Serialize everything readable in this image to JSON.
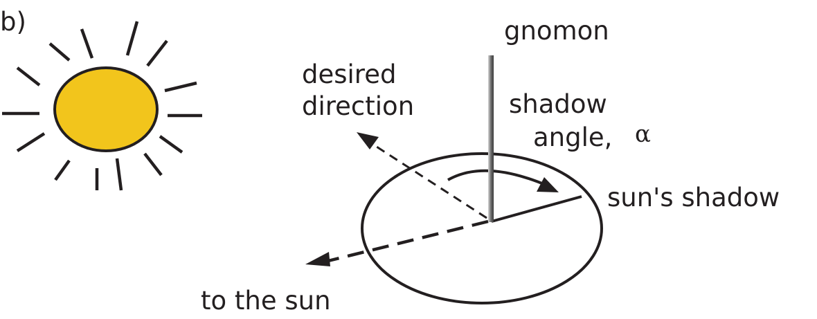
{
  "panel_label": "b)",
  "labels": {
    "gnomon": "gnomon",
    "desired_direction_line1": "desired",
    "desired_direction_line2": "direction",
    "shadow_angle_line1": "shadow",
    "shadow_angle_line2": "angle,",
    "alpha_symbol": "α",
    "suns_shadow": "sun's shadow",
    "to_the_sun": "to the sun"
  },
  "colors": {
    "sun_fill": "#f2c51c",
    "ink": "#231f20",
    "gnomon_gray": "#8a8a8a"
  }
}
